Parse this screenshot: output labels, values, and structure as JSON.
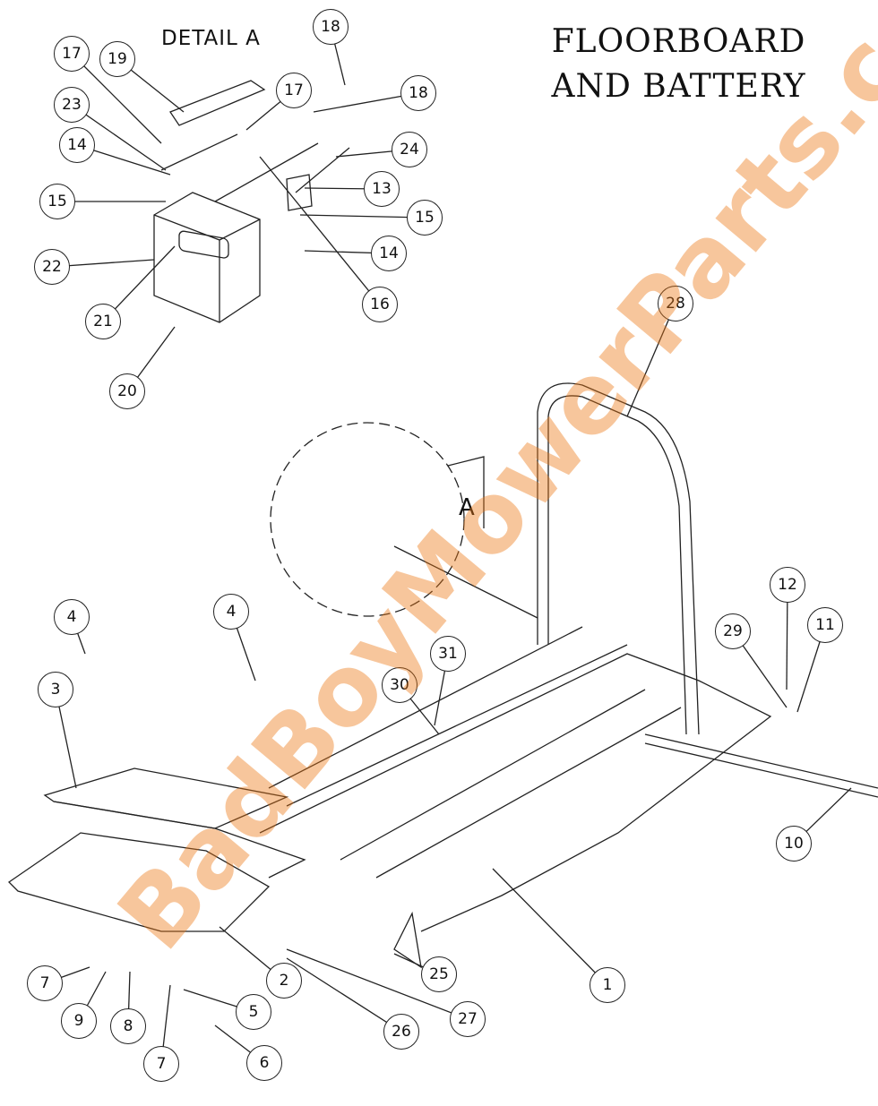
{
  "title": {
    "line1": "FLOORBOARD",
    "line2": "AND BATTERY"
  },
  "detail_label": "DETAIL  A",
  "view_label": "A",
  "watermark": "BadBoyMowerParts.com",
  "colors": {
    "line": "#222222",
    "watermark": "#EC7814"
  },
  "callouts": [
    {
      "number": "17"
    },
    {
      "number": "19"
    },
    {
      "number": "18"
    },
    {
      "number": "17"
    },
    {
      "number": "18"
    },
    {
      "number": "23"
    },
    {
      "number": "14"
    },
    {
      "number": "24"
    },
    {
      "number": "13"
    },
    {
      "number": "15"
    },
    {
      "number": "15"
    },
    {
      "number": "22"
    },
    {
      "number": "14"
    },
    {
      "number": "21"
    },
    {
      "number": "16"
    },
    {
      "number": "20"
    },
    {
      "number": "28"
    },
    {
      "number": "4"
    },
    {
      "number": "4"
    },
    {
      "number": "3"
    },
    {
      "number": "12"
    },
    {
      "number": "29"
    },
    {
      "number": "11"
    },
    {
      "number": "31"
    },
    {
      "number": "30"
    },
    {
      "number": "10"
    },
    {
      "number": "1"
    },
    {
      "number": "2"
    },
    {
      "number": "25"
    },
    {
      "number": "7"
    },
    {
      "number": "9"
    },
    {
      "number": "8"
    },
    {
      "number": "5"
    },
    {
      "number": "27"
    },
    {
      "number": "26"
    },
    {
      "number": "7"
    },
    {
      "number": "6"
    }
  ]
}
